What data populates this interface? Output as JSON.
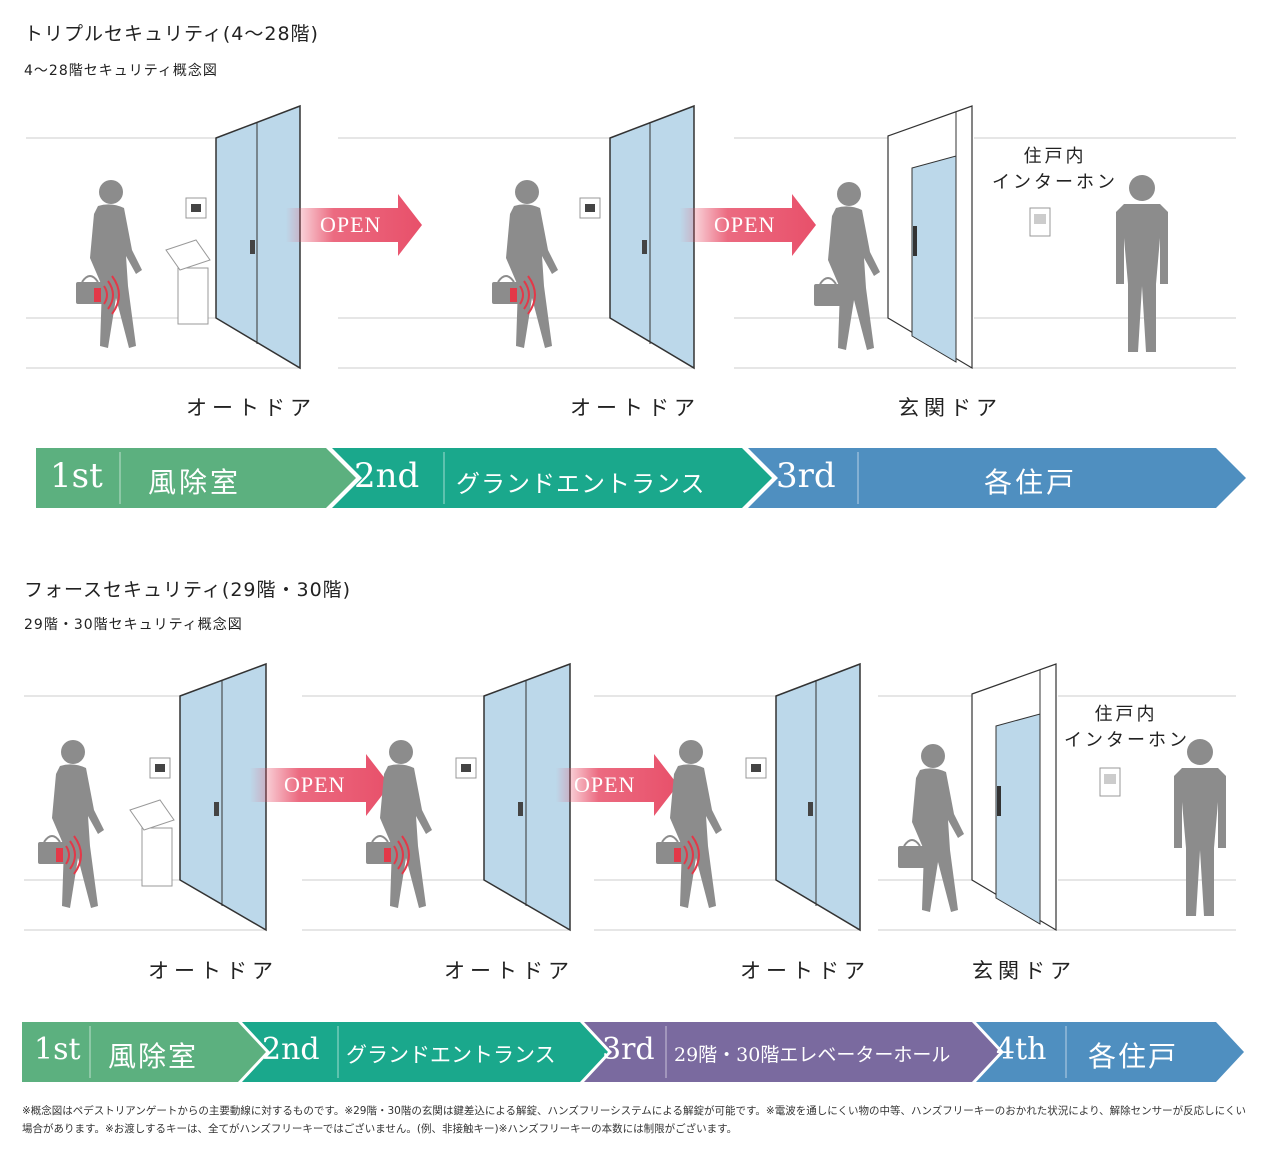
{
  "section1": {
    "title": "トリプルセキュリティ(4〜28階)",
    "subtitle": "4〜28階セキュリティ概念図",
    "captions": [
      "オートドア",
      "オートドア",
      "玄関ドア"
    ],
    "open_label": "OPEN",
    "intercom_label": [
      "住戸内",
      "インターホン"
    ],
    "steps": [
      {
        "num": "1st",
        "label": "風除室",
        "color": "#5cb07f"
      },
      {
        "num": "2nd",
        "label": "グランドエントランス",
        "color": "#1aa88c"
      },
      {
        "num": "3rd",
        "label": "各住戸",
        "color": "#4f8fc0"
      }
    ]
  },
  "section2": {
    "title": "フォースセキュリティ(29階・30階)",
    "subtitle": "29階・30階セキュリティ概念図",
    "captions": [
      "オートドア",
      "オートドア",
      "オートドア",
      "玄関ドア"
    ],
    "open_label": "OPEN",
    "intercom_label": [
      "住戸内",
      "インターホン"
    ],
    "steps": [
      {
        "num": "1st",
        "label": "風除室",
        "color": "#5cb07f"
      },
      {
        "num": "2nd",
        "label": "グランドエントランス",
        "color": "#1aa88c"
      },
      {
        "num": "3rd",
        "label": "29階・30階エレベーターホール",
        "color": "#7a6a9f"
      },
      {
        "num": "4th",
        "label": "各住戸",
        "color": "#4f8fc0"
      }
    ]
  },
  "footnote": "※概念図はペデストリアンゲートからの主要動線に対するものです。※29階・30階の玄関は鍵差込による解錠、ハンズフリーシステムによる解錠が可能です。※電波を通しにくい物の中等、ハンズフリーキーのおかれた状況により、解除センサーが反応しにくい場合があります。※お渡しするキーは、全てがハンズフリーキーではございません。(例、非接触キー)※ハンズフリーキーの本数には制限がございます。"
}
